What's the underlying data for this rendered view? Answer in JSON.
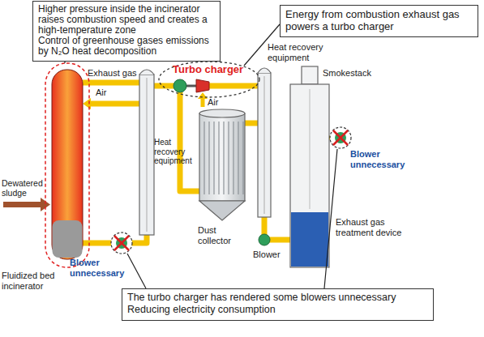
{
  "diagram": {
    "nodes": [
      {
        "text": [
          "Higher pressure inside the incinerator raises combustion speed and creates a high-temperature zone",
          "Control of greenhouse gases emissions by N₂O heat decomposition"
        ]
      },
      {
        "text": [
          "Energy from combustion exhaust gas powers a turbo charger"
        ]
      },
      {
        "text": [
          "The turbo charger has rendered some blowers unnecessary",
          "Reducing electricity consumption"
        ]
      }
    ],
    "labels": [
      "Exhaust gas",
      "Air",
      "Turbo charger",
      "Air",
      "Heat recovery equipment",
      "Smokestack",
      "Blower unnecessary",
      "Dewatered sludge",
      "Blower unnecessary",
      "Heat recovery equipment",
      "Dust collector",
      "Blower",
      "Exhaust gas treatment device",
      "Fluidized bed incinerator"
    ]
  }
}
